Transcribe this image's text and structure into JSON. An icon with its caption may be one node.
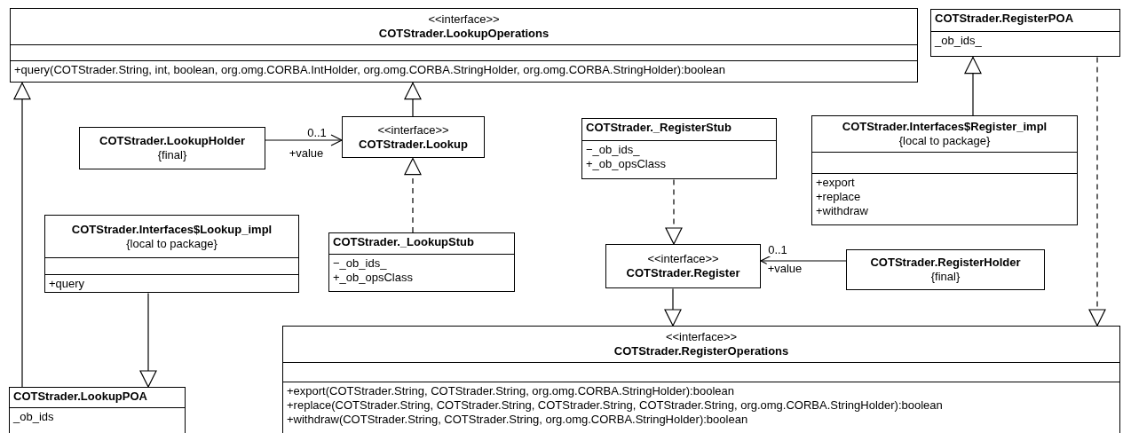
{
  "diagram": {
    "nodes": [
      {
        "text": [
          "<<interface>>",
          "COTStrader.LookupOperations",
          "+query(COTStrader.String, int, boolean, org.omg.CORBA.IntHolder, org.omg.CORBA.StringHolder, org.omg.CORBA.StringHolder):boolean"
        ]
      },
      {
        "text": [
          "COTStrader.RegisterPOA",
          "_ob_ids_"
        ]
      },
      {
        "text": [
          "COTStrader.LookupHolder",
          "{final}"
        ]
      },
      {
        "text": [
          "<<interface>>",
          "COTStrader.Lookup"
        ]
      },
      {
        "text": [
          "COTStrader._RegisterStub",
          "−_ob_ids_",
          "+_ob_opsClass"
        ]
      },
      {
        "text": [
          "COTStrader.Interfaces$Register_impl",
          "{local to package}",
          "+export",
          "+replace",
          "+withdraw"
        ]
      },
      {
        "text": [
          "COTStrader.Interfaces$Lookup_impl",
          "{local to package}",
          "+query"
        ]
      },
      {
        "text": [
          "COTStrader._LookupStub",
          "−_ob_ids_",
          "+_ob_opsClass"
        ]
      },
      {
        "text": [
          "<<interface>>",
          "COTStrader.Register"
        ]
      },
      {
        "text": [
          "COTStrader.RegisterHolder",
          "{final}"
        ]
      },
      {
        "text": [
          "COTStrader.LookupPOA",
          "_ob_ids"
        ]
      },
      {
        "text": [
          "<<interface>>",
          "COTStrader.RegisterOperations",
          "+export(COTStrader.String, COTStrader.String, org.omg.CORBA.StringHolder):boolean",
          "+replace(COTStrader.String, COTStrader.String, COTStrader.String, COTStrader.String, org.omg.CORBA.StringHolder):boolean",
          "+withdraw(COTStrader.String, COTStrader.String, org.omg.CORBA.StringHolder):boolean"
        ]
      }
    ],
    "edges": [
      {
        "from": 3,
        "to": 0,
        "arrow": "to"
      },
      {
        "from": 2,
        "to": 3,
        "arrow": "to",
        "label": "+value"
      },
      {
        "from": 7,
        "to": 3,
        "arrow": "to",
        "style": "dashed"
      },
      {
        "from": 10,
        "to": 0,
        "arrow": "to"
      },
      {
        "from": 6,
        "to": 10,
        "arrow": "to"
      },
      {
        "from": 5,
        "to": 1,
        "arrow": "to"
      },
      {
        "from": 1,
        "to": 11,
        "arrow": "to",
        "style": "dashed"
      },
      {
        "from": 4,
        "to": 8,
        "arrow": "to",
        "style": "dashed"
      },
      {
        "from": 9,
        "to": 8,
        "arrow": "to",
        "label": "+value"
      },
      {
        "from": 8,
        "to": 11,
        "arrow": "to"
      }
    ],
    "labels": [
      "0..1",
      "0..1"
    ]
  }
}
